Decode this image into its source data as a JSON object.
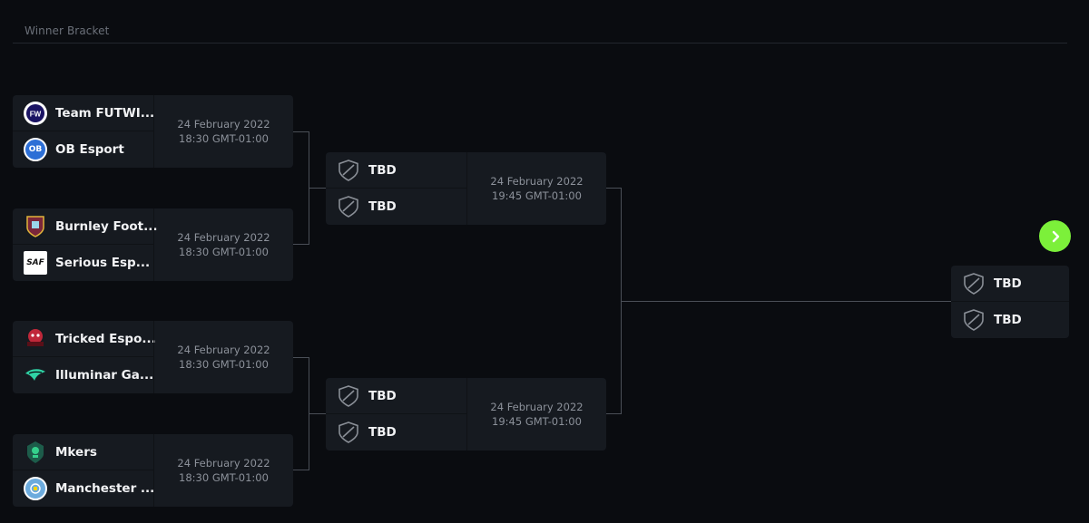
{
  "bracket": {
    "title": "Winner Bracket",
    "rounds": [
      {
        "matches": [
          {
            "team1": {
              "name": "Team FUTWI...",
              "logo": "futwi-logo"
            },
            "team2": {
              "name": "OB Esport",
              "logo": "ob-esport-logo"
            },
            "date": "24 February 2022",
            "time": "18:30 GMT-01:00"
          },
          {
            "team1": {
              "name": "Burnley Foot...",
              "logo": "burnley-logo"
            },
            "team2": {
              "name": "Serious Esp...",
              "logo": "saf-logo"
            },
            "date": "24 February 2022",
            "time": "18:30 GMT-01:00"
          },
          {
            "team1": {
              "name": "Tricked Espo...",
              "logo": "tricked-logo"
            },
            "team2": {
              "name": "Illuminar Ga...",
              "logo": "illuminar-logo"
            },
            "date": "24 February 2022",
            "time": "18:30 GMT-01:00"
          },
          {
            "team1": {
              "name": "Mkers",
              "logo": "mkers-logo"
            },
            "team2": {
              "name": "Manchester ...",
              "logo": "manchester-city-logo"
            },
            "date": "24 February 2022",
            "time": "18:30 GMT-01:00"
          }
        ]
      },
      {
        "matches": [
          {
            "team1": {
              "name": "TBD",
              "logo": "shield-icon"
            },
            "team2": {
              "name": "TBD",
              "logo": "shield-icon"
            },
            "date": "24 February 2022",
            "time": "19:45 GMT-01:00"
          },
          {
            "team1": {
              "name": "TBD",
              "logo": "shield-icon"
            },
            "team2": {
              "name": "TBD",
              "logo": "shield-icon"
            },
            "date": "24 February 2022",
            "time": "19:45 GMT-01:00"
          }
        ]
      },
      {
        "matches": [
          {
            "team1": {
              "name": "TBD",
              "logo": "shield-icon"
            },
            "team2": {
              "name": "TBD",
              "logo": "shield-icon"
            }
          }
        ]
      }
    ]
  },
  "colors": {
    "background": "#0a0c10",
    "card": "#161a20",
    "accent": "#7cf03a",
    "muted_text": "#8c919a"
  },
  "next_button_icon": "chevron-right-icon"
}
